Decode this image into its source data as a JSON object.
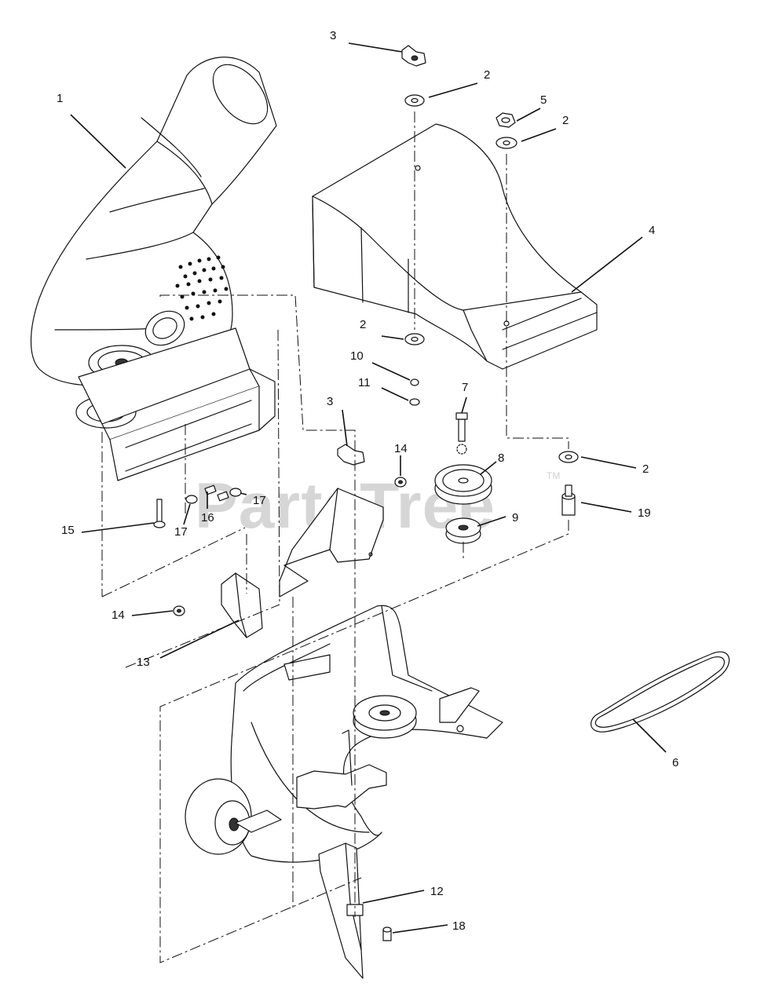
{
  "watermark": {
    "text": "PartsTree",
    "trademark": "TM"
  },
  "callouts": {
    "c1": "1",
    "c2a": "2",
    "c2b": "2",
    "c2c": "2",
    "c2d": "2",
    "c3a": "3",
    "c3b": "3",
    "c4": "4",
    "c5": "5",
    "c6": "6",
    "c7": "7",
    "c8": "8",
    "c9": "9",
    "c10": "10",
    "c11": "11",
    "c12": "12",
    "c13": "13",
    "c14a": "14",
    "c14b": "14",
    "c15": "15",
    "c16": "16",
    "c17a": "17",
    "c17b": "17",
    "c18": "18",
    "c19": "19"
  }
}
